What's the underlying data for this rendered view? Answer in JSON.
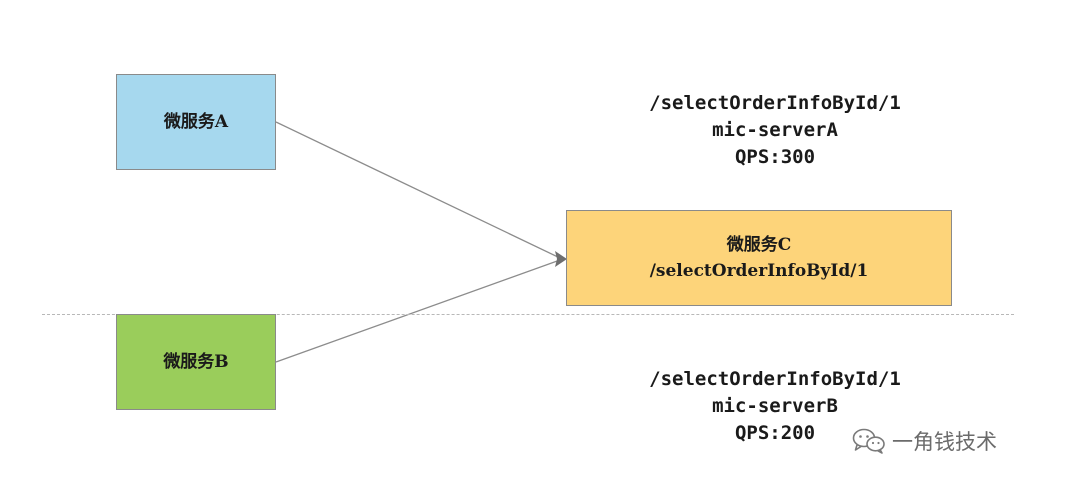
{
  "nodes": {
    "service_a": {
      "label": "微服务A"
    },
    "service_b": {
      "label": "微服务B"
    },
    "service_c": {
      "label": "微服务C",
      "path": "/selectOrderInfoById/1"
    }
  },
  "annotations": {
    "top": {
      "path": "/selectOrderInfoById/1",
      "server": "mic-serverA",
      "qps": "QPS:300"
    },
    "bottom": {
      "path": "/selectOrderInfoById/1",
      "server": "mic-serverB",
      "qps": "QPS:200"
    }
  },
  "watermark": {
    "icon": "wechat-icon",
    "text": "一角钱技术"
  },
  "colors": {
    "service_a": "#a6d8ee",
    "service_b": "#9acd5b",
    "service_c": "#fdd47a",
    "arrow": "#8c8c8c",
    "divider": "#b8b8b8"
  }
}
